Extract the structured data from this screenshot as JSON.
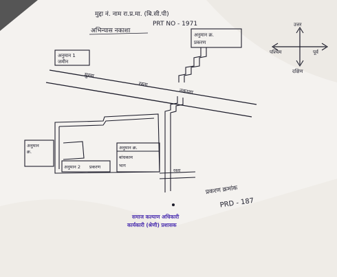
{
  "header": {
    "line1": "मुद्दा नं. नाम    रा.प्र.मा. (बि.सी.पी)",
    "line2": "PRT NO - 1971",
    "subtitle": "अभिन्यास नकाशा"
  },
  "boxes": {
    "top_right": [
      "अनुमान क्र.",
      "प्रकरण"
    ],
    "upper_left": [
      "अनुमान 1",
      "जमीन"
    ],
    "far_left": [
      "अनुमान",
      "क्र."
    ],
    "inner_a": [
      "अनुमान 2",
      "प्रकरण"
    ],
    "inner_b": [
      "अनुमान क्र.",
      "बांधकाम",
      "भाग"
    ]
  },
  "road": {
    "label_left": "मुख्य",
    "label_mid": "रस्ता",
    "label_right": "नकाशा"
  },
  "compass": {
    "north": "उत्तर",
    "south": "दक्षिण",
    "east": "पूर्व",
    "west": "पश्चिम"
  },
  "small_labels": {
    "lower_road": "रस्ता"
  },
  "annotation": {
    "line1": "प्रकरण क्रमांक",
    "line2": "PRD - 187"
  },
  "stamp": {
    "line1": "समाज कल्याण अधिकारी",
    "line2": "कार्यकारी (श्रेणी) प्रशासक"
  },
  "colors": {
    "ink": "#1d1d2b",
    "stamp_ink": "#4b2fb0",
    "paper": "#f4f2ef"
  }
}
